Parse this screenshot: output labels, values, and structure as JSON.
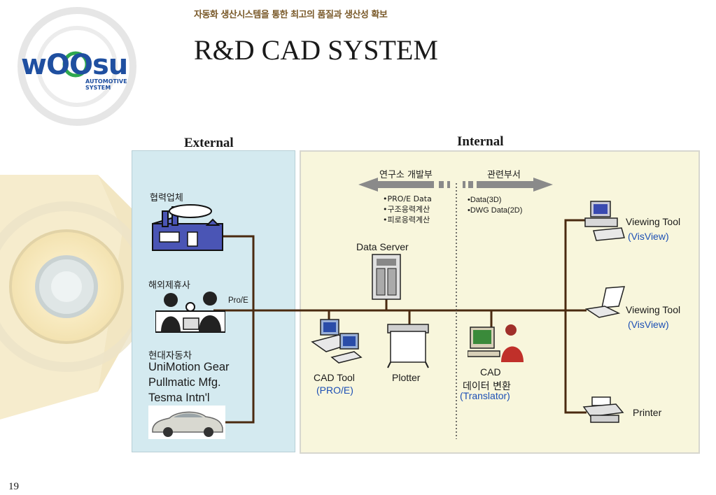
{
  "header": {
    "tagline": "자동화 생산시스템을 통한 최고의 품질과 생산성 확보",
    "title": "R&D CAD SYSTEM",
    "logo_text": "wOOsu",
    "logo_sub": "AUTOMOTIVE SYSTEM"
  },
  "external": {
    "title": "External",
    "partner_label": "협력업체",
    "overseas_label": "해외제휴사",
    "proe_label": "Pro/E",
    "hyundai_label": "현대자동차",
    "companies": [
      "UniMotion Gear",
      "Pullmatic Mfg.",
      "Tesma Intn'l"
    ]
  },
  "internal": {
    "title": "Internal",
    "left_arrow_label": "연구소 개발부",
    "right_arrow_label": "관련부서",
    "left_bullets": [
      "•PRO/E Data",
      "•구조응력계산",
      "•피로응력계산"
    ],
    "right_bullets": [
      "•Data(3D)",
      "•DWG Data(2D)"
    ],
    "data_server_label": "Data Server",
    "cad_tool_label": "CAD Tool",
    "cad_tool_sub": "(PRO/E)",
    "plotter_label": "Plotter",
    "cad_conv_label_1": "CAD",
    "cad_conv_label_2": "데이터 변환",
    "cad_conv_sub": "(Translator)",
    "viewing1_label": "Viewing Tool",
    "viewing1_sub": "(VisView)",
    "viewing2_label": "Viewing Tool",
    "viewing2_sub": "(VisView)",
    "printer_label": "Printer"
  },
  "page_number": "19",
  "colors": {
    "bus_line": "#4a2a10",
    "external_panel": "#d4eaf0",
    "internal_panel": "#f8f6dc",
    "accent_blue": "#1c4fb5",
    "logo_blue": "#1f4fa0",
    "logo_green": "#2fa84f"
  }
}
